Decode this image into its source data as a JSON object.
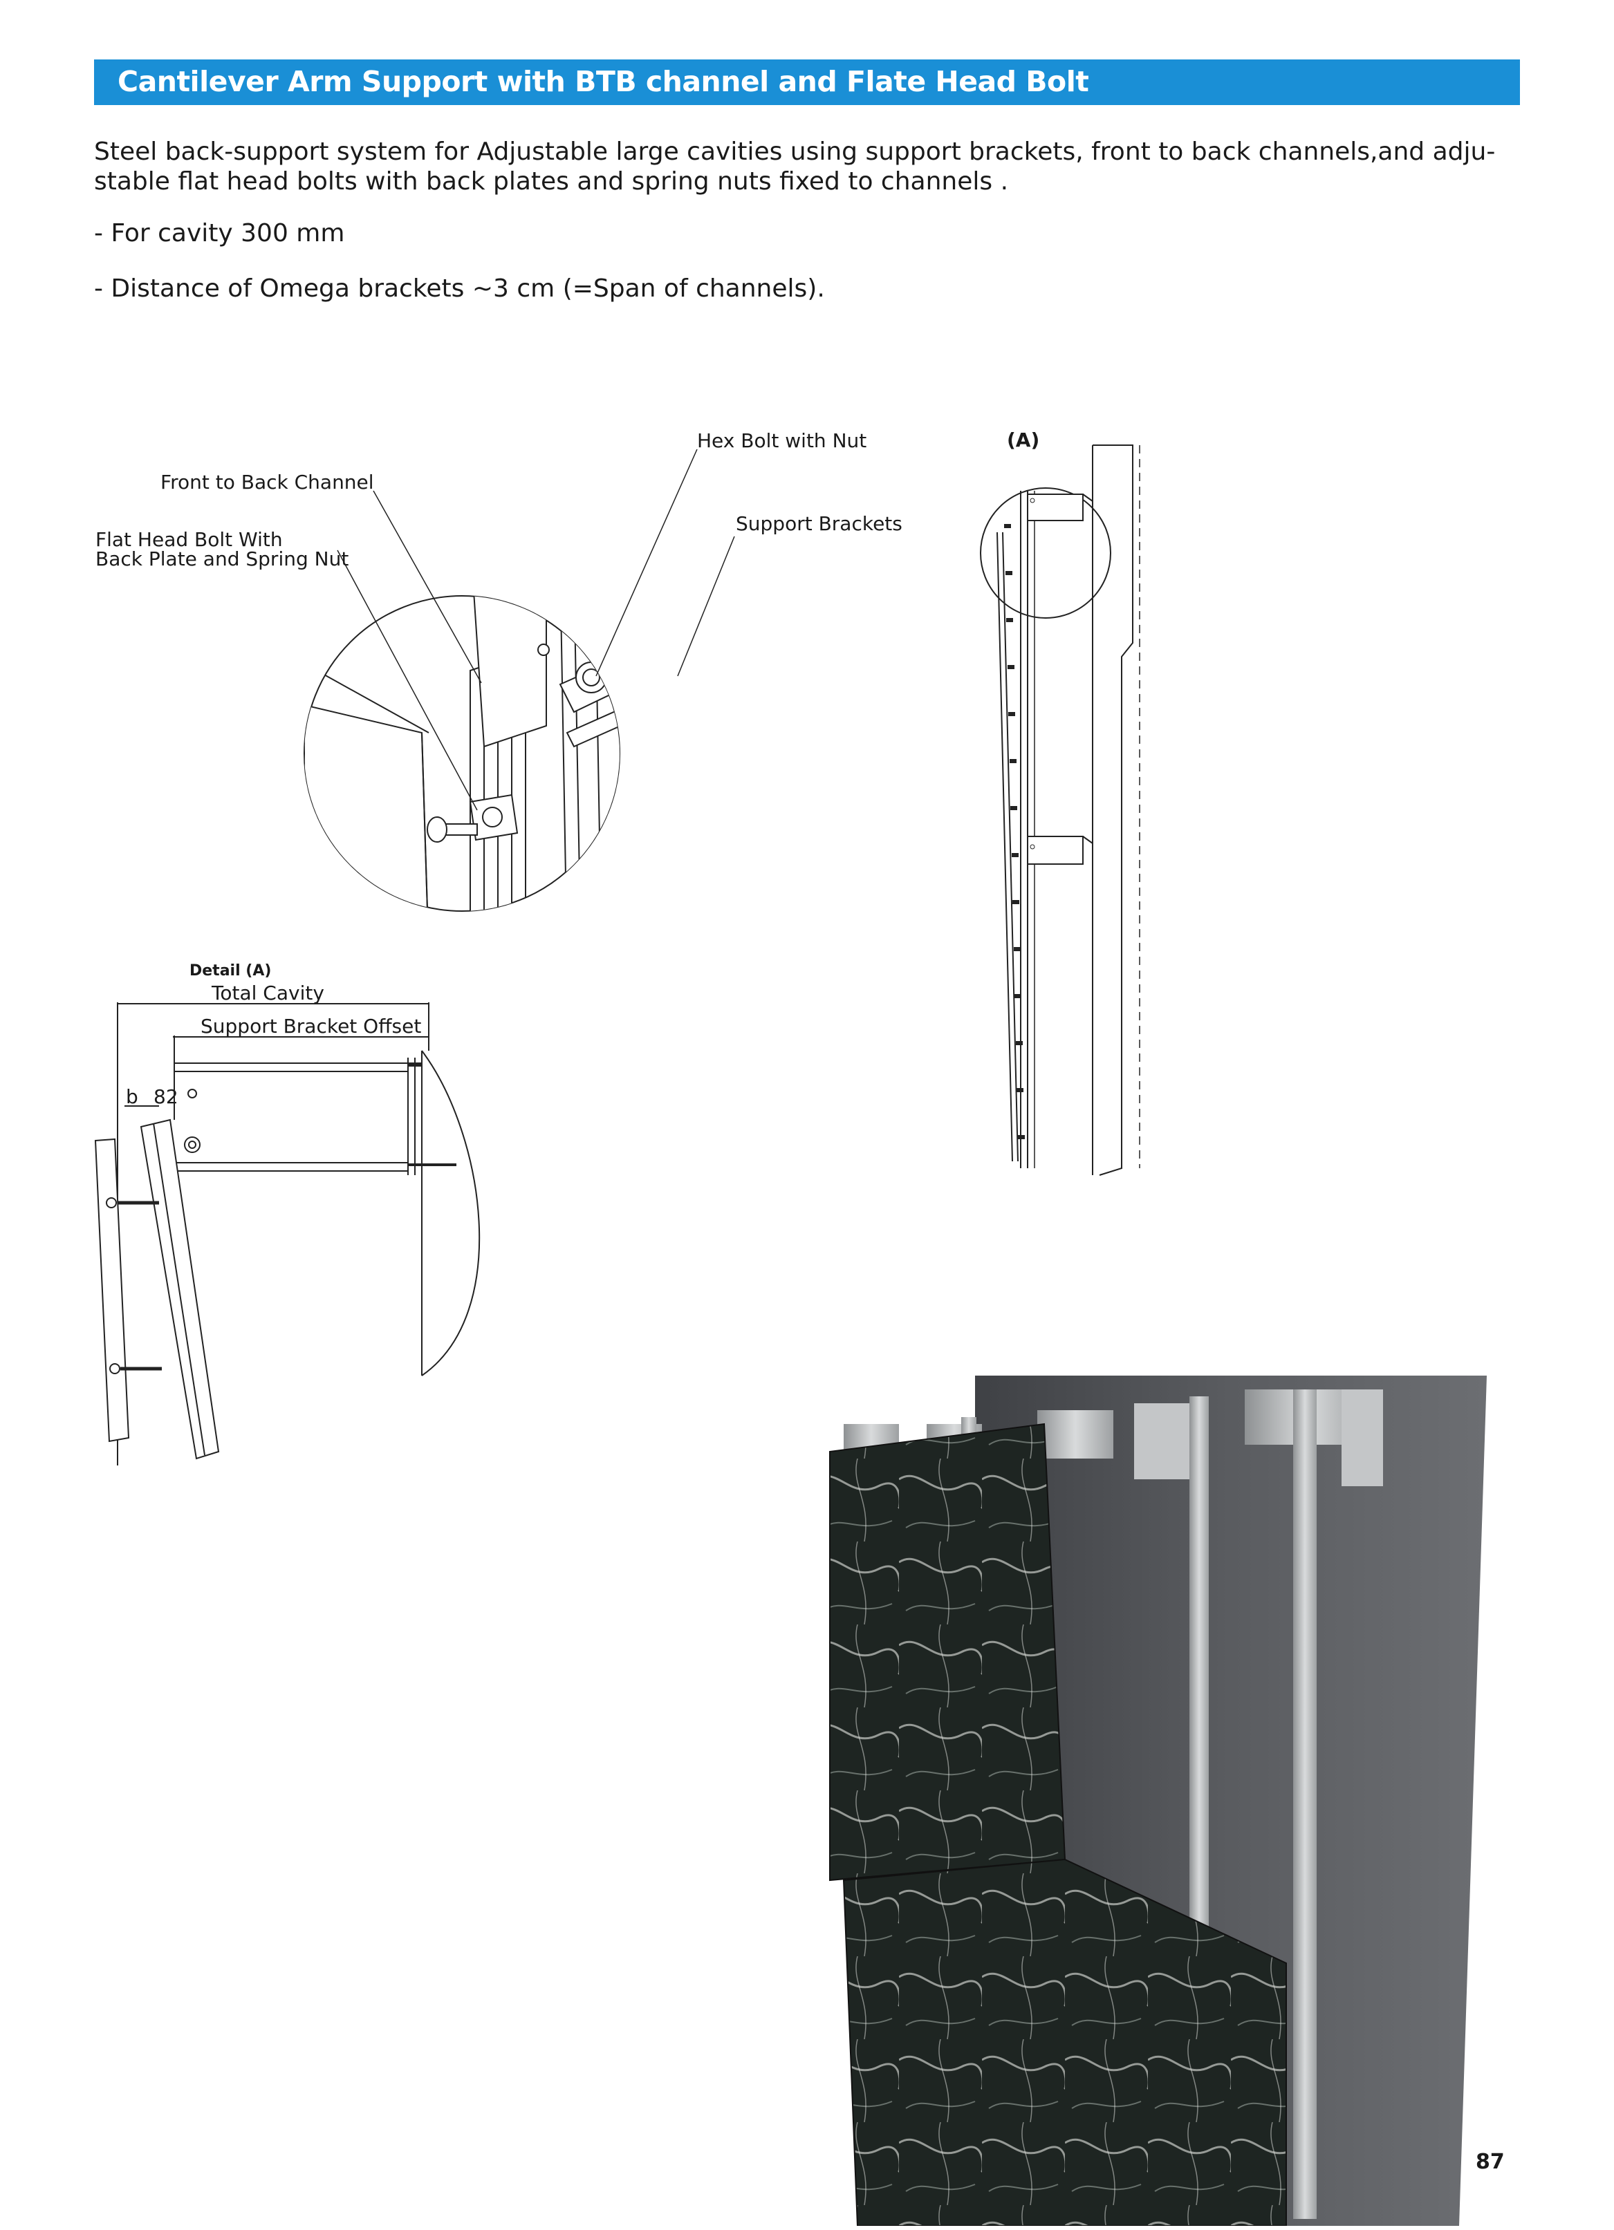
{
  "header": {
    "title": "Cantilever Arm Support with BTB channel and Flate Head Bolt"
  },
  "intro": {
    "line1": "Steel back-support system for Adjustable large cavities using support brackets, front to back channels,and adju-",
    "line2": "stable flat head bolts with back plates and spring nuts fixed to channels .",
    "bullet_cavity": "- For cavity  300 mm",
    "bullet_distance": "- Distance of Omega brackets ~3 cm (=Span of channels)."
  },
  "main_detail": {
    "labels": {
      "hex_bolt": "Hex Bolt with Nut",
      "front_to_back": "Front to Back Channel",
      "support_brackets": "Support Brackets",
      "flat_head_line1": "Flat Head Bolt With",
      "flat_head_line2": "Back Plate and Spring Nut"
    }
  },
  "elevation": {
    "marker": "(A)"
  },
  "detail_a": {
    "title": "Detail (A)",
    "total_cavity": "Total Cavity",
    "bracket_offset": "Support Bracket Offset",
    "dim_b": "b",
    "dim_82": "82"
  },
  "footer": {
    "page_number": "87"
  },
  "colors": {
    "title_bar": "#1a8fd6",
    "title_text": "#ffffff",
    "wall": "#55575b",
    "marble": "#1e2522",
    "steel": "#b9bcbe"
  }
}
